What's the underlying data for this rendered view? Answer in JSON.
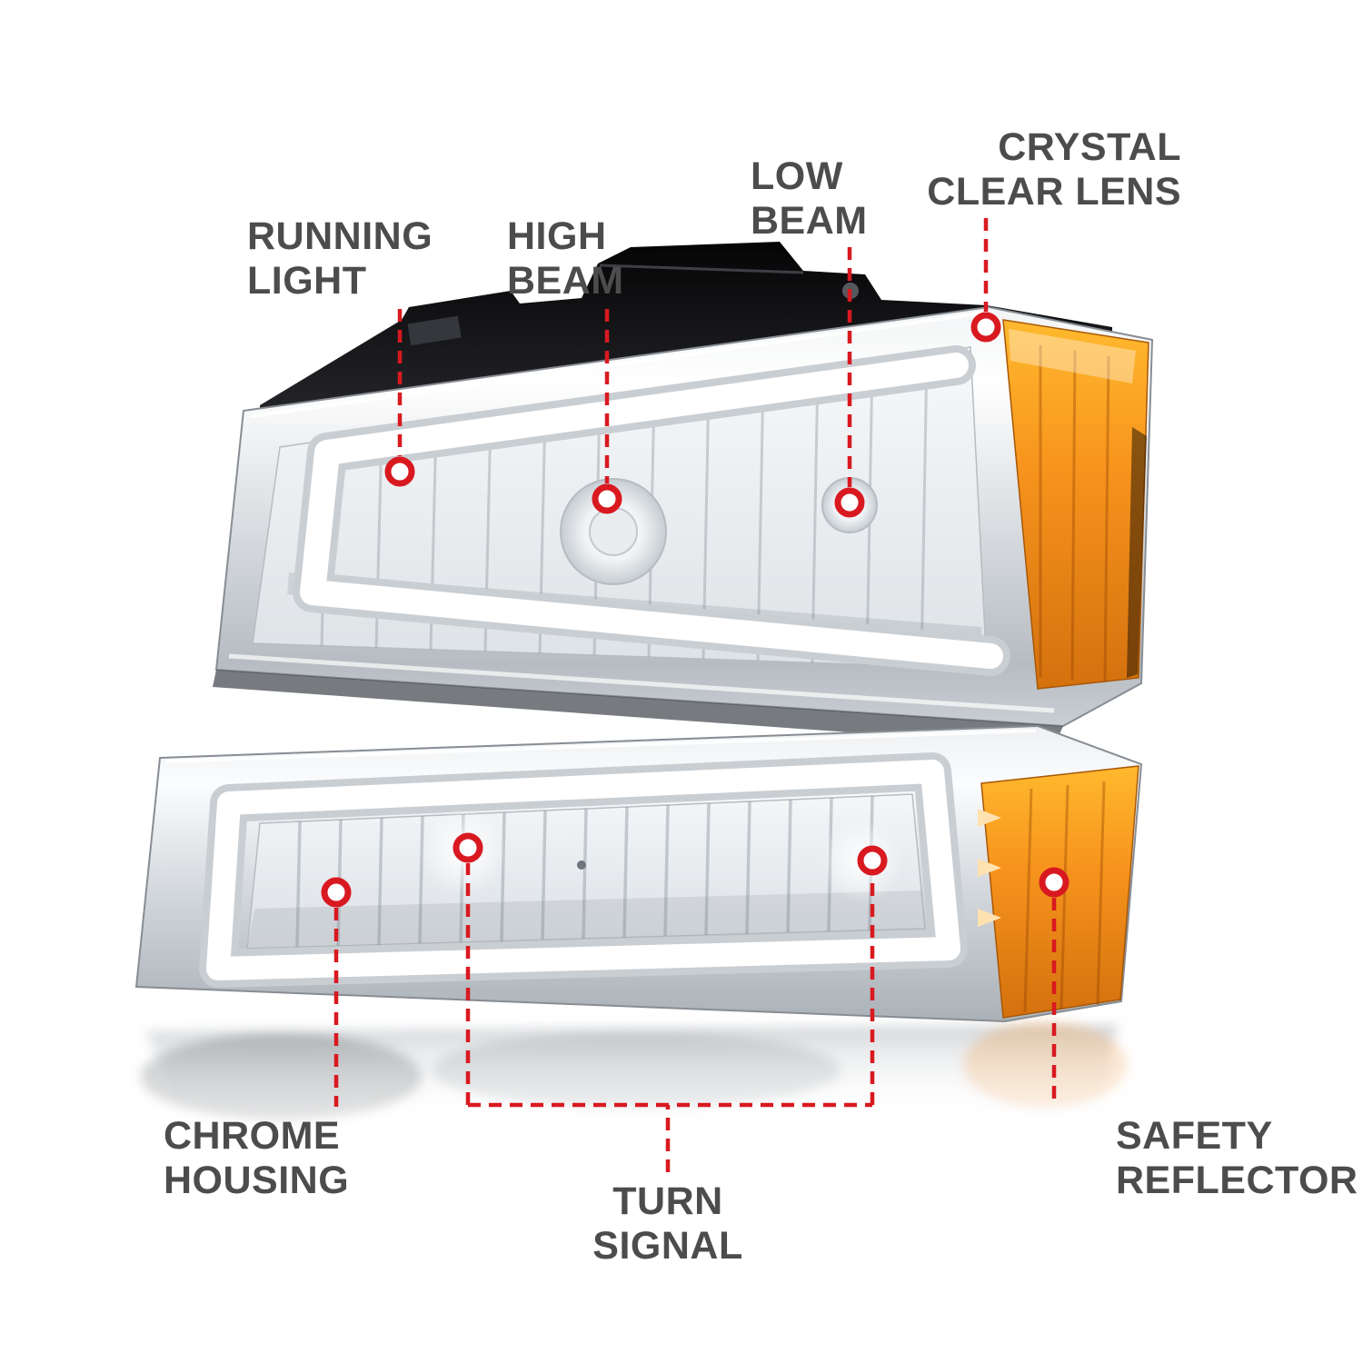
{
  "colors": {
    "accent_red": "#d91920",
    "label_text": "#4c4c4c",
    "amber_reflector": "#f7941d",
    "chrome_silver": "#d6dade",
    "background": "#ffffff"
  },
  "annotations": {
    "running_light": {
      "line1": "RUNNING",
      "line2": "LIGHT"
    },
    "high_beam": {
      "line1": "HIGH",
      "line2": "BEAM"
    },
    "low_beam": {
      "line1": "LOW",
      "line2": "BEAM"
    },
    "crystal_clear_lens": {
      "line1": "CRYSTAL",
      "line2": "CLEAR LENS"
    },
    "chrome_housing": {
      "line1": "CHROME",
      "line2": "HOUSING"
    },
    "turn_signal": {
      "line1": "TURN",
      "line2": "SIGNAL"
    },
    "safety_reflector": {
      "line1": "SAFETY",
      "line2": "REFLECTOR"
    }
  }
}
